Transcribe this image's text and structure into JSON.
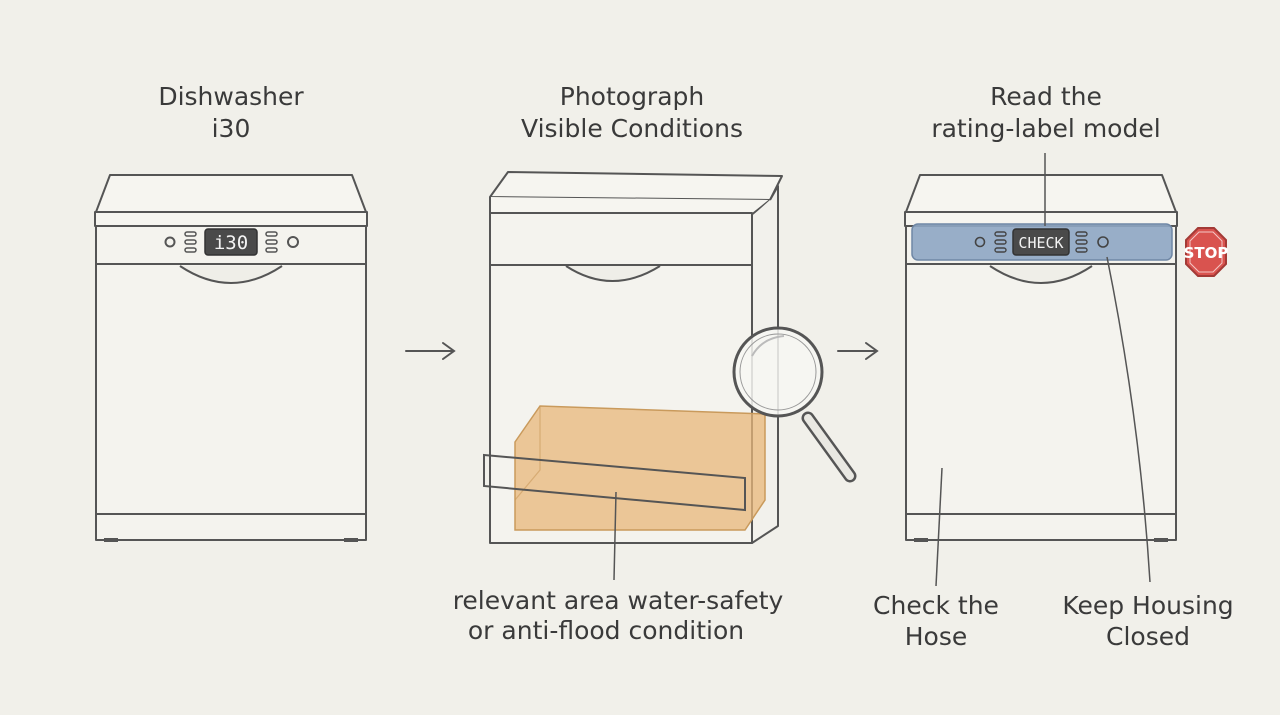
{
  "steps": [
    {
      "title_line1": "Dishwasher",
      "title_line2": "i30",
      "display": "i30"
    },
    {
      "title_line1": "Photograph",
      "title_line2": "Visible Conditions"
    },
    {
      "title_line1": "Read the",
      "title_line2": "rating-label model",
      "display": "CHECK"
    }
  ],
  "annotations": {
    "area_line1": "relevant area water-safety",
    "area_line2": "or anti-flood condition",
    "hose_line1": "Check the",
    "hose_line2": "Hose",
    "housing_line1": "Keep Housing",
    "housing_line2": "Closed"
  },
  "stop_sign": "STOP",
  "colors": {
    "background": "#f1f0ea",
    "stroke": "#5a5a5a",
    "highlight_tray": "#e8b77a",
    "label_band": "#8ea6c3",
    "stop_red": "#d9534f",
    "display": "#4a4a4a"
  },
  "icons": [
    "arrow-right-icon",
    "magnifier-icon",
    "stop-sign-icon"
  ]
}
